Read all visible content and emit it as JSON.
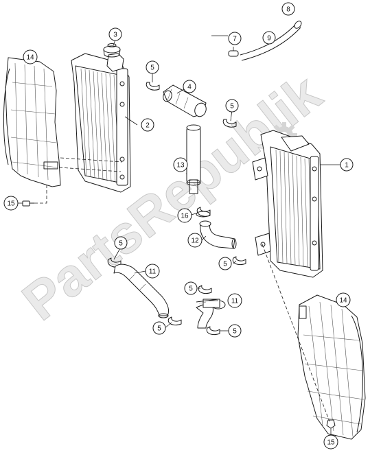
{
  "watermark": {
    "text": "PartsRepublik"
  },
  "callouts": [
    {
      "id": "c1",
      "label": "1"
    },
    {
      "id": "c2",
      "label": "2"
    },
    {
      "id": "c3",
      "label": "3"
    },
    {
      "id": "c4",
      "label": "4"
    },
    {
      "id": "c5a",
      "label": "5"
    },
    {
      "id": "c5b",
      "label": "5"
    },
    {
      "id": "c5c",
      "label": "5"
    },
    {
      "id": "c5d",
      "label": "5"
    },
    {
      "id": "c5e",
      "label": "5"
    },
    {
      "id": "c5f",
      "label": "5"
    },
    {
      "id": "c5g",
      "label": "5"
    },
    {
      "id": "c7",
      "label": "7"
    },
    {
      "id": "c8",
      "label": "8"
    },
    {
      "id": "c9",
      "label": "9"
    },
    {
      "id": "c11a",
      "label": "11"
    },
    {
      "id": "c11b",
      "label": "11"
    },
    {
      "id": "c12",
      "label": "12"
    },
    {
      "id": "c13",
      "label": "13"
    },
    {
      "id": "c14a",
      "label": "14"
    },
    {
      "id": "c14b",
      "label": "14"
    },
    {
      "id": "c15a",
      "label": "15"
    },
    {
      "id": "c15b",
      "label": "15"
    },
    {
      "id": "c16",
      "label": "16"
    }
  ]
}
